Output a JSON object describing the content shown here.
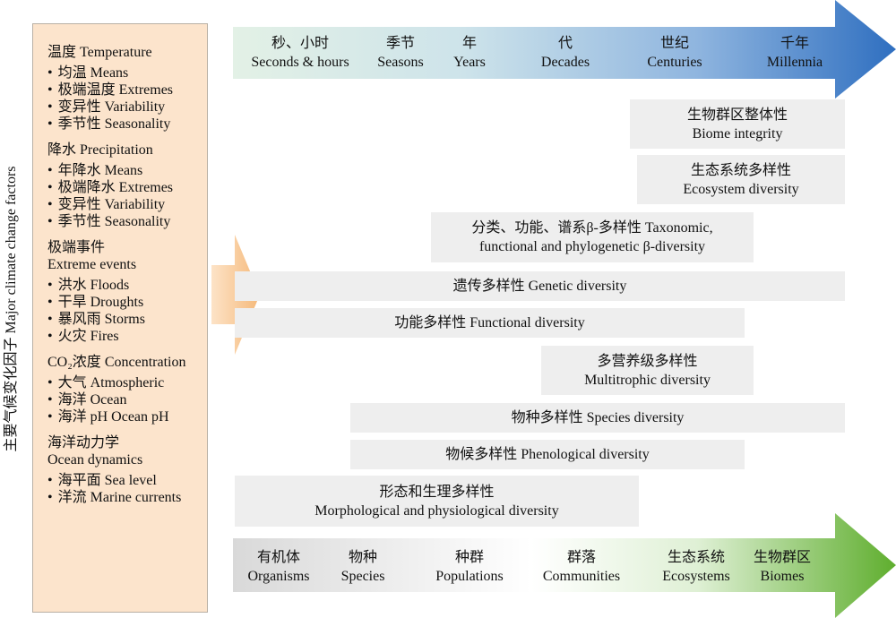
{
  "side_label": "主要气候变化因子 Major climate change factors",
  "factors": [
    {
      "title_zh": "温度",
      "title_en": "Temperature",
      "title_en2": "",
      "items": [
        "均温 Means",
        "极端温度 Extremes",
        "变异性 Variability",
        "季节性 Seasonality"
      ]
    },
    {
      "title_zh": "降水",
      "title_en": "Precipitation",
      "title_en2": "",
      "items": [
        "年降水 Means",
        "极端降水 Extremes",
        "变异性 Variability",
        "季节性 Seasonality"
      ]
    },
    {
      "title_zh": "极端事件",
      "title_en": "",
      "title_en2": "Extreme events",
      "items": [
        "洪水 Floods",
        "干旱 Droughts",
        "暴风雨 Storms",
        "火灾 Fires"
      ]
    },
    {
      "title_zh": "CO₂浓度",
      "title_en": "Concentration",
      "title_en2": "",
      "items": [
        "大气 Atmospheric",
        "海洋 Ocean",
        "海洋 pH Ocean pH"
      ]
    },
    {
      "title_zh": "海洋动力学",
      "title_en": "",
      "title_en2": "Ocean dynamics",
      "items": [
        "海平面 Sea level",
        "洋流 Marine currents"
      ]
    }
  ],
  "time_scale": [
    {
      "zh": "秒、小时",
      "en": "Seconds & hours"
    },
    {
      "zh": "季节",
      "en": "Seasons"
    },
    {
      "zh": "年",
      "en": "Years"
    },
    {
      "zh": "代",
      "en": "Decades"
    },
    {
      "zh": "世纪",
      "en": "Centuries"
    },
    {
      "zh": "千年",
      "en": "Millennia"
    }
  ],
  "org_scale": [
    {
      "zh": "有机体",
      "en": "Organisms"
    },
    {
      "zh": "物种",
      "en": "Species"
    },
    {
      "zh": "种群",
      "en": "Populations"
    },
    {
      "zh": "群落",
      "en": "Communities"
    },
    {
      "zh": "生态系统",
      "en": "Ecosystems"
    },
    {
      "zh": "生物群区",
      "en": "Biomes"
    }
  ],
  "diversity_bars": [
    {
      "line1": "生物群区整体性",
      "line2": "Biome integrity"
    },
    {
      "line1": "生态系统多样性",
      "line2": "Ecosystem diversity"
    },
    {
      "line1": "分类、功能、谱系β-多样性 Taxonomic,",
      "line2": "functional and phylogenetic β-diversity"
    },
    {
      "line1": "遗传多样性 Genetic diversity",
      "line2": ""
    },
    {
      "line1": "功能多样性 Functional  diversity",
      "line2": ""
    },
    {
      "line1": "多营养级多样性",
      "line2": "Multitrophic diversity"
    },
    {
      "line1": "物种多样性 Species diversity",
      "line2": ""
    },
    {
      "line1": "物候多样性 Phenological diversity",
      "line2": ""
    },
    {
      "line1": "形态和生理多样性",
      "line2": "Morphological and physiological diversity"
    }
  ],
  "colors": {
    "factor_box": "#fce4cc",
    "orange_arrow": "#f5b97a",
    "time_arrow_start": "#e3f1e6",
    "time_arrow_end": "#2f6fc0",
    "org_arrow_start": "#dcdcdc",
    "org_arrow_end": "#5fae2e",
    "bar_fill": "#eeeeee"
  }
}
